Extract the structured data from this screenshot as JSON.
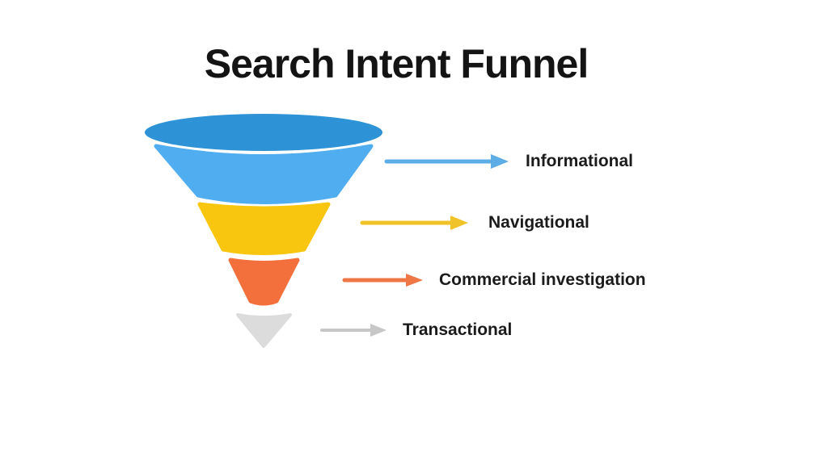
{
  "page": {
    "background_color": "#ffffff"
  },
  "title": {
    "text": "Search Intent Funnel",
    "color": "#141414"
  },
  "funnel": {
    "stages": [
      {
        "id": "mouth-ellipse",
        "color": "#2d93d6"
      },
      {
        "id": "informational-segment",
        "color": "#4fadf0"
      },
      {
        "id": "navigational-segment",
        "color": "#f8c60e"
      },
      {
        "id": "commercial-segment",
        "color": "#f3703c"
      },
      {
        "id": "transactional-segment",
        "color": "#dcdcdc"
      }
    ]
  },
  "legend": {
    "items": [
      {
        "label": "Informational",
        "arrow_color": "#5cace5"
      },
      {
        "label": "Navigational",
        "arrow_color": "#f0c32b"
      },
      {
        "label": "Commercial investigation",
        "arrow_color": "#ee7745"
      },
      {
        "label": "Transactional",
        "arrow_color": "#c7c7c7"
      }
    ]
  }
}
